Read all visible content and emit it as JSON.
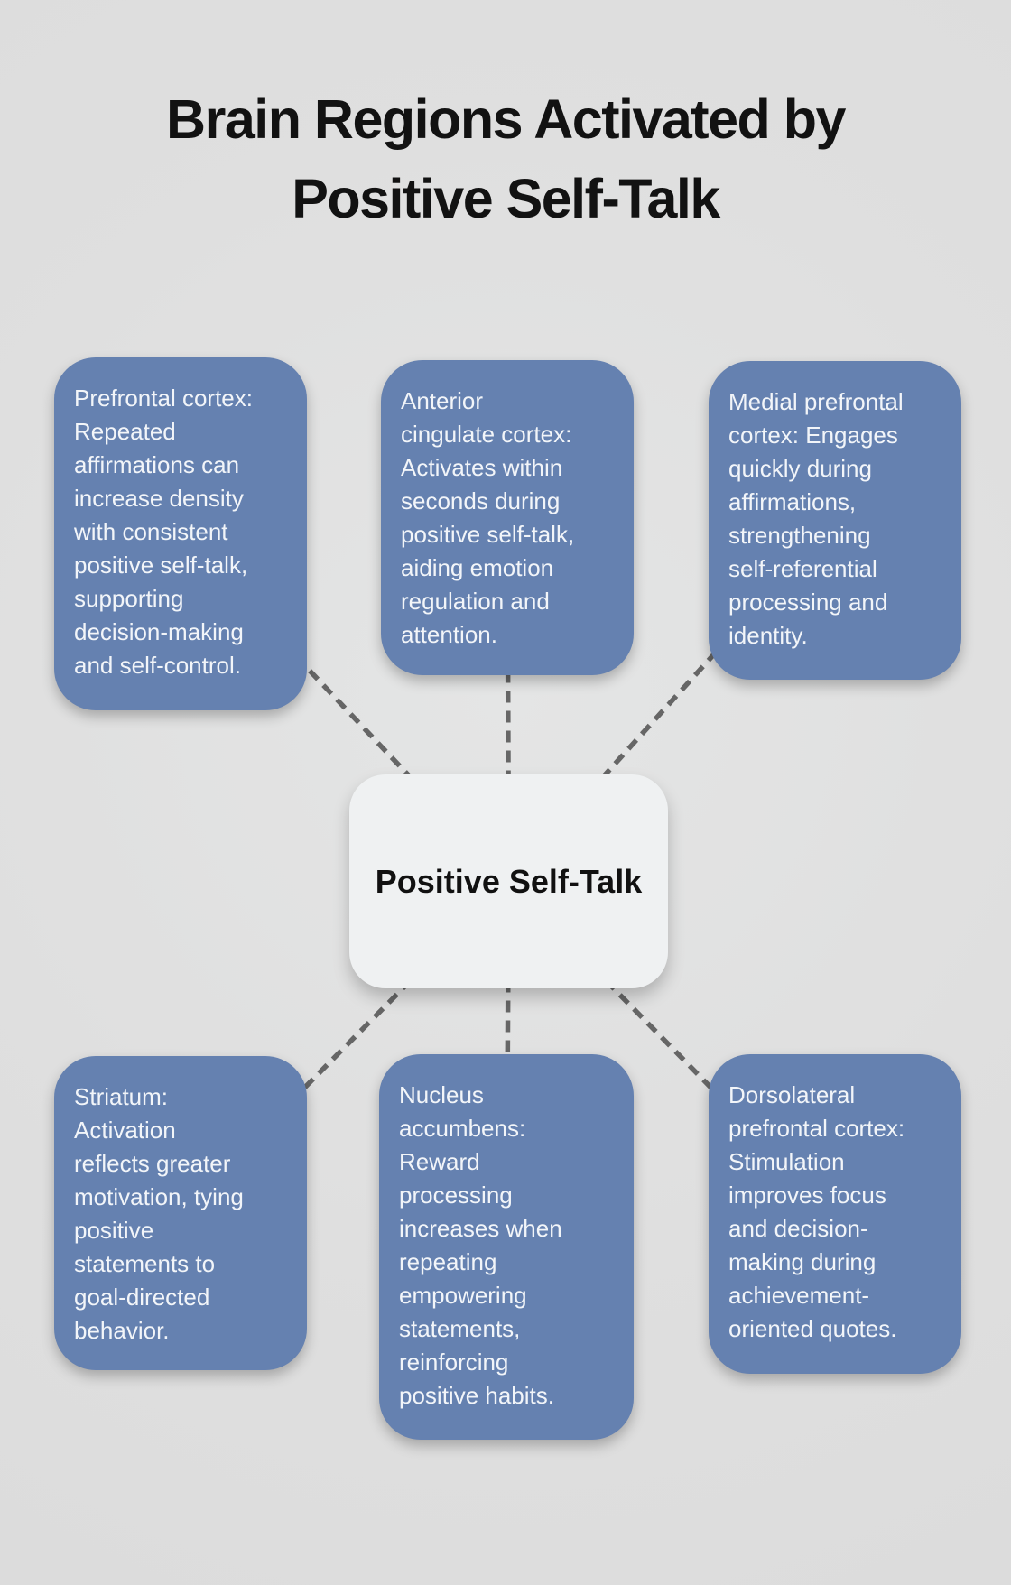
{
  "title": "Brain Regions Activated by\nPositive Self-Talk",
  "center_node": {
    "label": "Positive Self-Talk"
  },
  "nodes": [
    {
      "id": "prefrontal-cortex",
      "text": "Prefrontal cortex:\nRepeated\naffirmations can\nincrease density\nwith consistent\npositive self-talk,\nsupporting\ndecision-making\nand self-control."
    },
    {
      "id": "anterior-cingulate-cortex",
      "text": "Anterior\ncingulate cortex:\nActivates within\nseconds during\npositive self-talk,\naiding emotion\nregulation and\nattention."
    },
    {
      "id": "medial-prefrontal-cortex",
      "text": "Medial prefrontal\ncortex: Engages\nquickly during\naffirmations,\nstrengthening\nself-referential\nprocessing and\nidentity."
    },
    {
      "id": "striatum",
      "text": "Striatum:\nActivation\nreflects greater\nmotivation, tying\npositive\nstatements to\ngoal-directed\nbehavior."
    },
    {
      "id": "nucleus-accumbens",
      "text": "Nucleus\naccumbens:\nReward\nprocessing\nincreases when\nrepeating\nempowering\nstatements,\nreinforcing\npositive habits."
    },
    {
      "id": "dorsolateral-prefrontal-cortex",
      "text": "Dorsolateral\nprefrontal cortex:\nStimulation\nimproves focus\nand decision-\nmaking during\nachievement-\noriented quotes."
    }
  ],
  "colors": {
    "background": "#dfdfdf",
    "node_fill": "#6581b0",
    "node_text": "#f2f5f9",
    "hub_fill": "#eff1f2",
    "hub_text": "#111111",
    "connector": "#666666",
    "title": "#121212"
  }
}
